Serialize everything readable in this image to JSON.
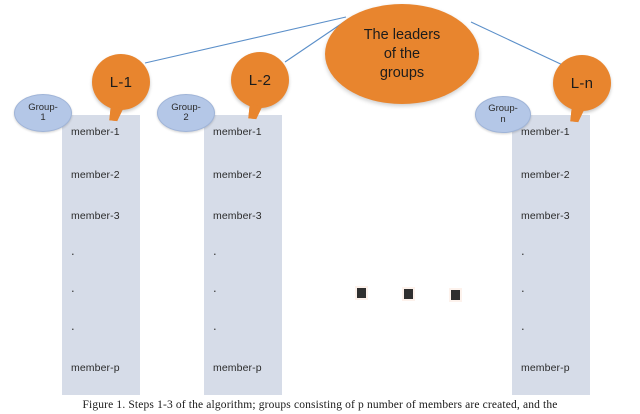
{
  "figure": {
    "caption": "Figure 1.   Steps 1-3 of the algorithm; groups consisting of p number of members are created, and the",
    "colors": {
      "leader_orange": "#e8852e",
      "group_badge_blue": "#b4c7e7",
      "column_background": "#d6dce8",
      "connector_line": "#5b8fc9",
      "text_dark": "#1c1c1c",
      "page_background": "#ffffff"
    }
  },
  "central_node": {
    "label": "The leaders of the groups",
    "lines": [
      "The leaders",
      "of the",
      "groups"
    ]
  },
  "groups": [
    {
      "badge_label": "Group-1",
      "badge_lines": [
        "Group-",
        "1"
      ],
      "leader_label": "L-1",
      "members": [
        "member-1",
        "member-2",
        "member-3",
        ".",
        ".",
        ".",
        "member-p"
      ]
    },
    {
      "badge_label": "Group-2",
      "badge_lines": [
        "Group-",
        "2"
      ],
      "leader_label": "L-2",
      "members": [
        "member-1",
        "member-2",
        "member-3",
        ".",
        ".",
        ".",
        "member-p"
      ]
    },
    {
      "badge_label": "Group-n",
      "badge_lines": [
        "Group-",
        "n"
      ],
      "leader_label": "L-n",
      "members": [
        "member-1",
        "member-2",
        "member-3",
        ".",
        ".",
        ".",
        "member-p"
      ]
    }
  ],
  "ellipsis": {
    "symbol": "square",
    "count": 3
  }
}
